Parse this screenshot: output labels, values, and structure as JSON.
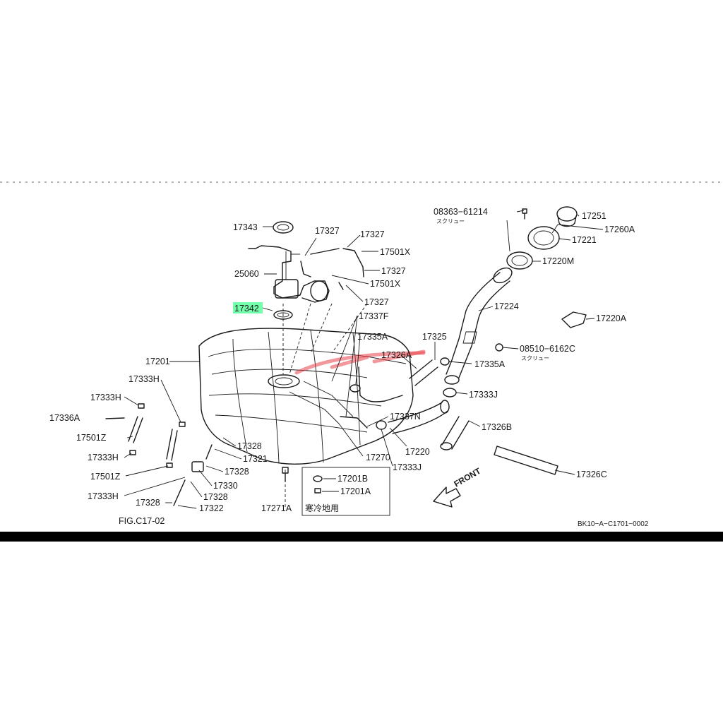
{
  "diagram": {
    "highlight_part": "17342",
    "highlight_color": "#00ff66",
    "watermark_color": "#e8434a",
    "labels": {
      "p17343": "17343",
      "p17327a": "17327",
      "p17327b": "17327",
      "p17501Xa": "17501X",
      "p25060": "25060",
      "p17327c": "17327",
      "p17501Xb": "17501X",
      "p17327d": "17327",
      "p17342": "17342",
      "p17337F": "17337F",
      "p17335Aa": "17335A",
      "p17325": "17325",
      "p17326A": "17326A",
      "p17335Ab": "17335A",
      "p17333J": "17333J",
      "p17201": "17201",
      "p17333Ha": "17333H",
      "p17333Hb": "17333H",
      "p17336A": "17336A",
      "p17501Za": "17501Z",
      "p17333Hc": "17333H",
      "p17501Zb": "17501Z",
      "p17333Hd": "17333H",
      "p17328a": "17328",
      "p17321": "17321",
      "p17328b": "17328",
      "p17330": "17330",
      "p17328c": "17328",
      "p17328d": "17328",
      "p17322": "17322",
      "pFig": "FIG.C17-02",
      "p17271A": "17271A",
      "p17201B": "17201B",
      "p17201A": "17201A",
      "pCold": "寒冷地用",
      "p17270": "17270",
      "p17337N": "17337N",
      "p17220": "17220",
      "p17333Jb": "17333J",
      "p17326B": "17326B",
      "p17326C": "17326C",
      "p08363": "08363−61214",
      "pScrew1": "スクリュー",
      "p17251": "17251",
      "p17260A": "17260A",
      "p17221": "17221",
      "p17220M": "17220M",
      "p17224": "17224",
      "p17220A": "17220A",
      "p08510": "08510−6162C",
      "pScrew2": "スクリュー",
      "pFront": "FRONT",
      "pCode": "BK10−A−C1701−0002"
    }
  }
}
